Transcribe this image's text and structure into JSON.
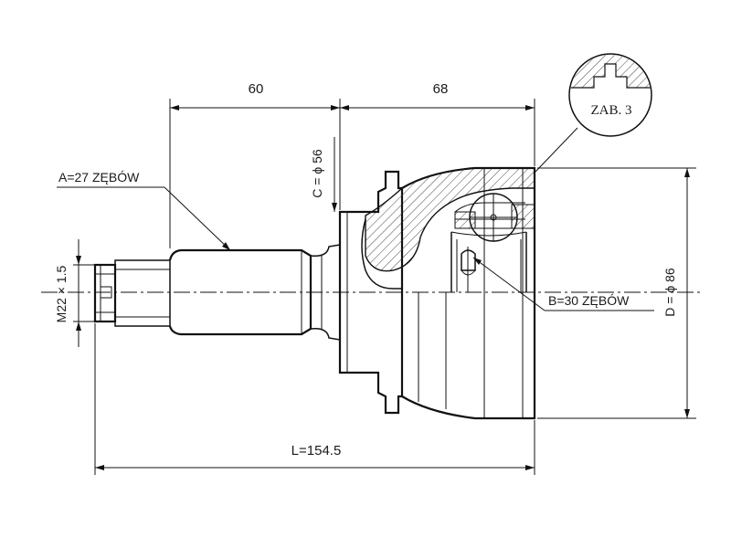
{
  "dimensions": {
    "shaft_length": "60",
    "housing_length": "68",
    "total_length": "L=154.5",
    "thread": "M22 × 1.5",
    "shaft_diameter": "C = ϕ 56",
    "outer_diameter": "D = ϕ 86"
  },
  "splines": {
    "outer": "A=27 ZĘBÓW",
    "inner": "B=30 ZĘBÓW"
  },
  "detail_label": "ZAB. 3",
  "colors": {
    "line": "#111111",
    "hatch": "#333333",
    "background": "#ffffff"
  }
}
